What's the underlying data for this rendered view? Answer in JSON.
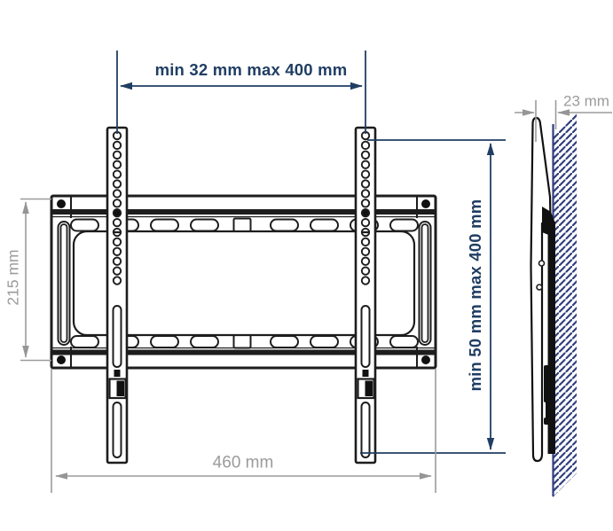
{
  "dimensions": {
    "vesa_horizontal": "min 32 mm max 400 mm",
    "plate_height": "215 mm",
    "vesa_vertical": "min 50 mm max 400 mm",
    "plate_width": "460 mm",
    "wall_offset": "23 mm"
  },
  "colors": {
    "dimension_accent_blue": "#203e63",
    "dimension_gray": "#9b9b9b",
    "line_black": "#1d1d1d",
    "wall_hatch_blue": "#303e7c",
    "background": "#ffffff"
  }
}
